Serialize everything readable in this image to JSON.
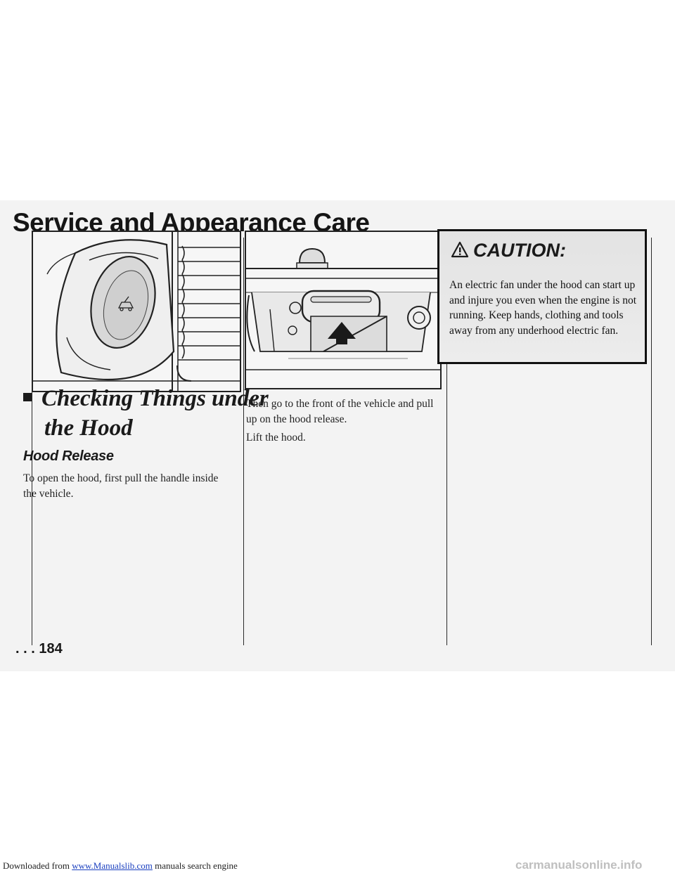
{
  "page": {
    "title": "Service and Appearance Care",
    "page_number": ". . . 184"
  },
  "left_column": {
    "heading_line1": "Checking Things under",
    "heading_line2": "the Hood",
    "subheading": "Hood Release",
    "paragraph": "To open the hood, first pull the handle inside the vehicle."
  },
  "middle_column": {
    "paragraph1": "Then go to the front of the vehicle and pull up on the hood release.",
    "paragraph2": "Lift the hood."
  },
  "caution": {
    "title": "CAUTION:",
    "text": "An electric fan under the hood can start up and injure you even when the engine is not running. Keep hands, clothing and tools away from any underhood electric fan."
  },
  "footer": {
    "prefix": "Downloaded from ",
    "link_text": "www.Manualslib.com",
    "suffix": " manuals search engine",
    "watermark": "carmanualsonline.info"
  }
}
